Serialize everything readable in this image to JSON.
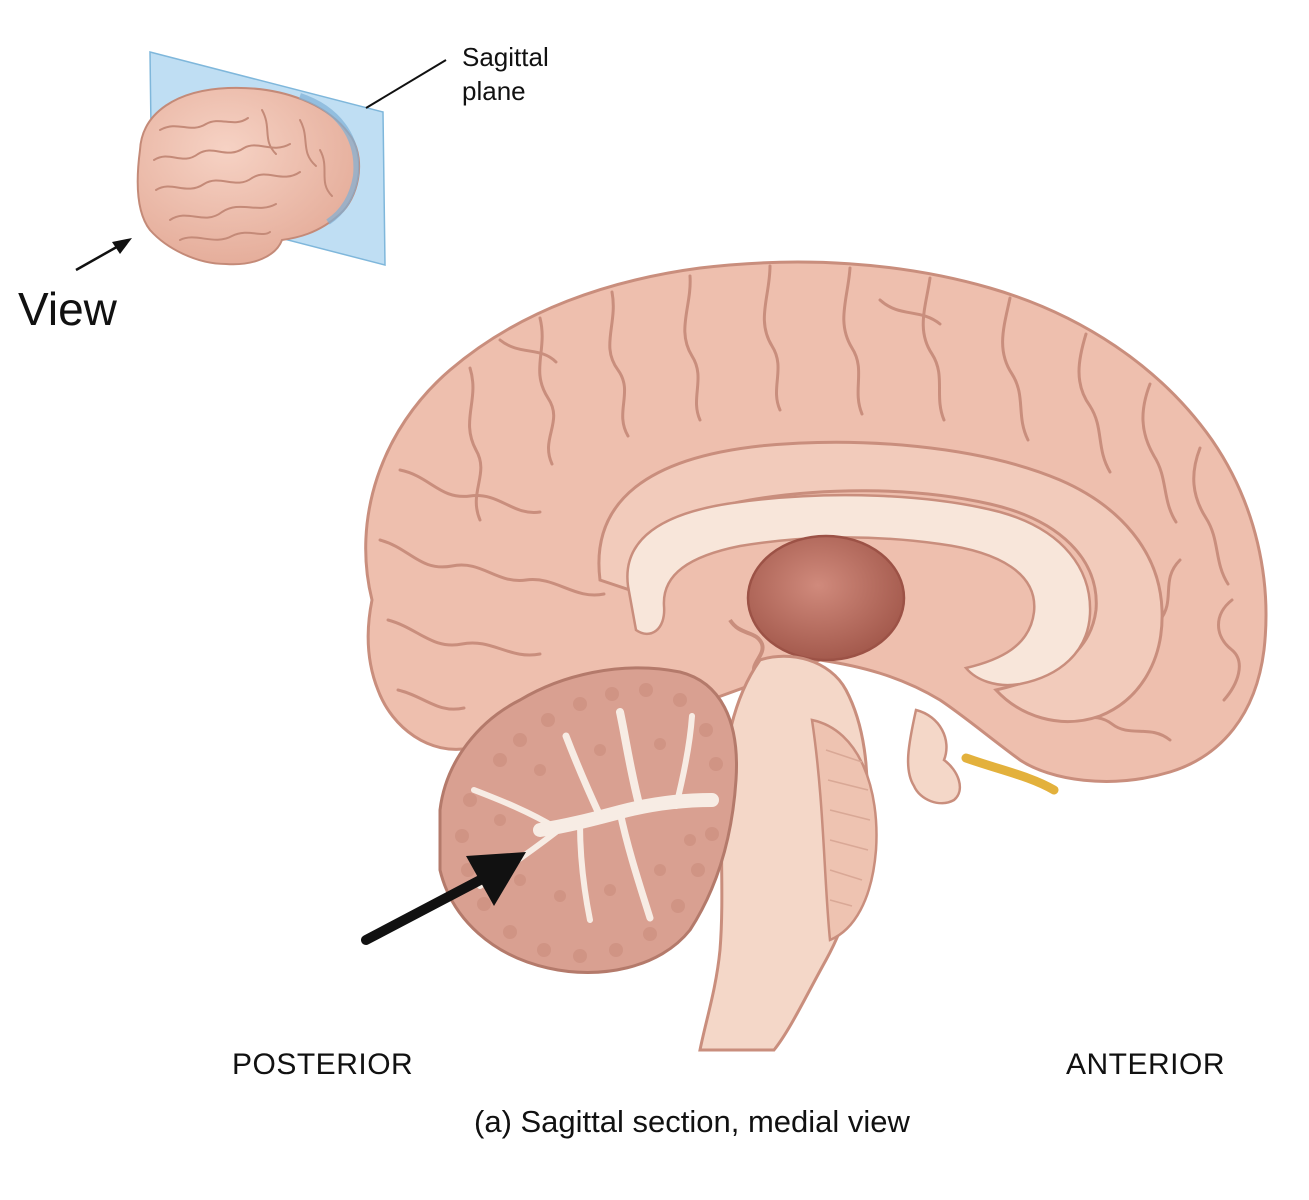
{
  "labels": {
    "plane_line1": "Sagittal",
    "plane_line2": "plane",
    "view": "View",
    "posterior": "POSTERIOR",
    "anterior": "ANTERIOR",
    "caption": "(a) Sagittal section, medial view"
  },
  "colors": {
    "cortex": "#eebfae",
    "cortex_dark": "#c98e7d",
    "white_matter": "#f7e3d6",
    "cerebellum": "#d9a091",
    "thalamus": "#b8685a",
    "plane_blue": "#a9d3ef",
    "olfactory": "#e3b13c",
    "arrow": "#111111"
  }
}
